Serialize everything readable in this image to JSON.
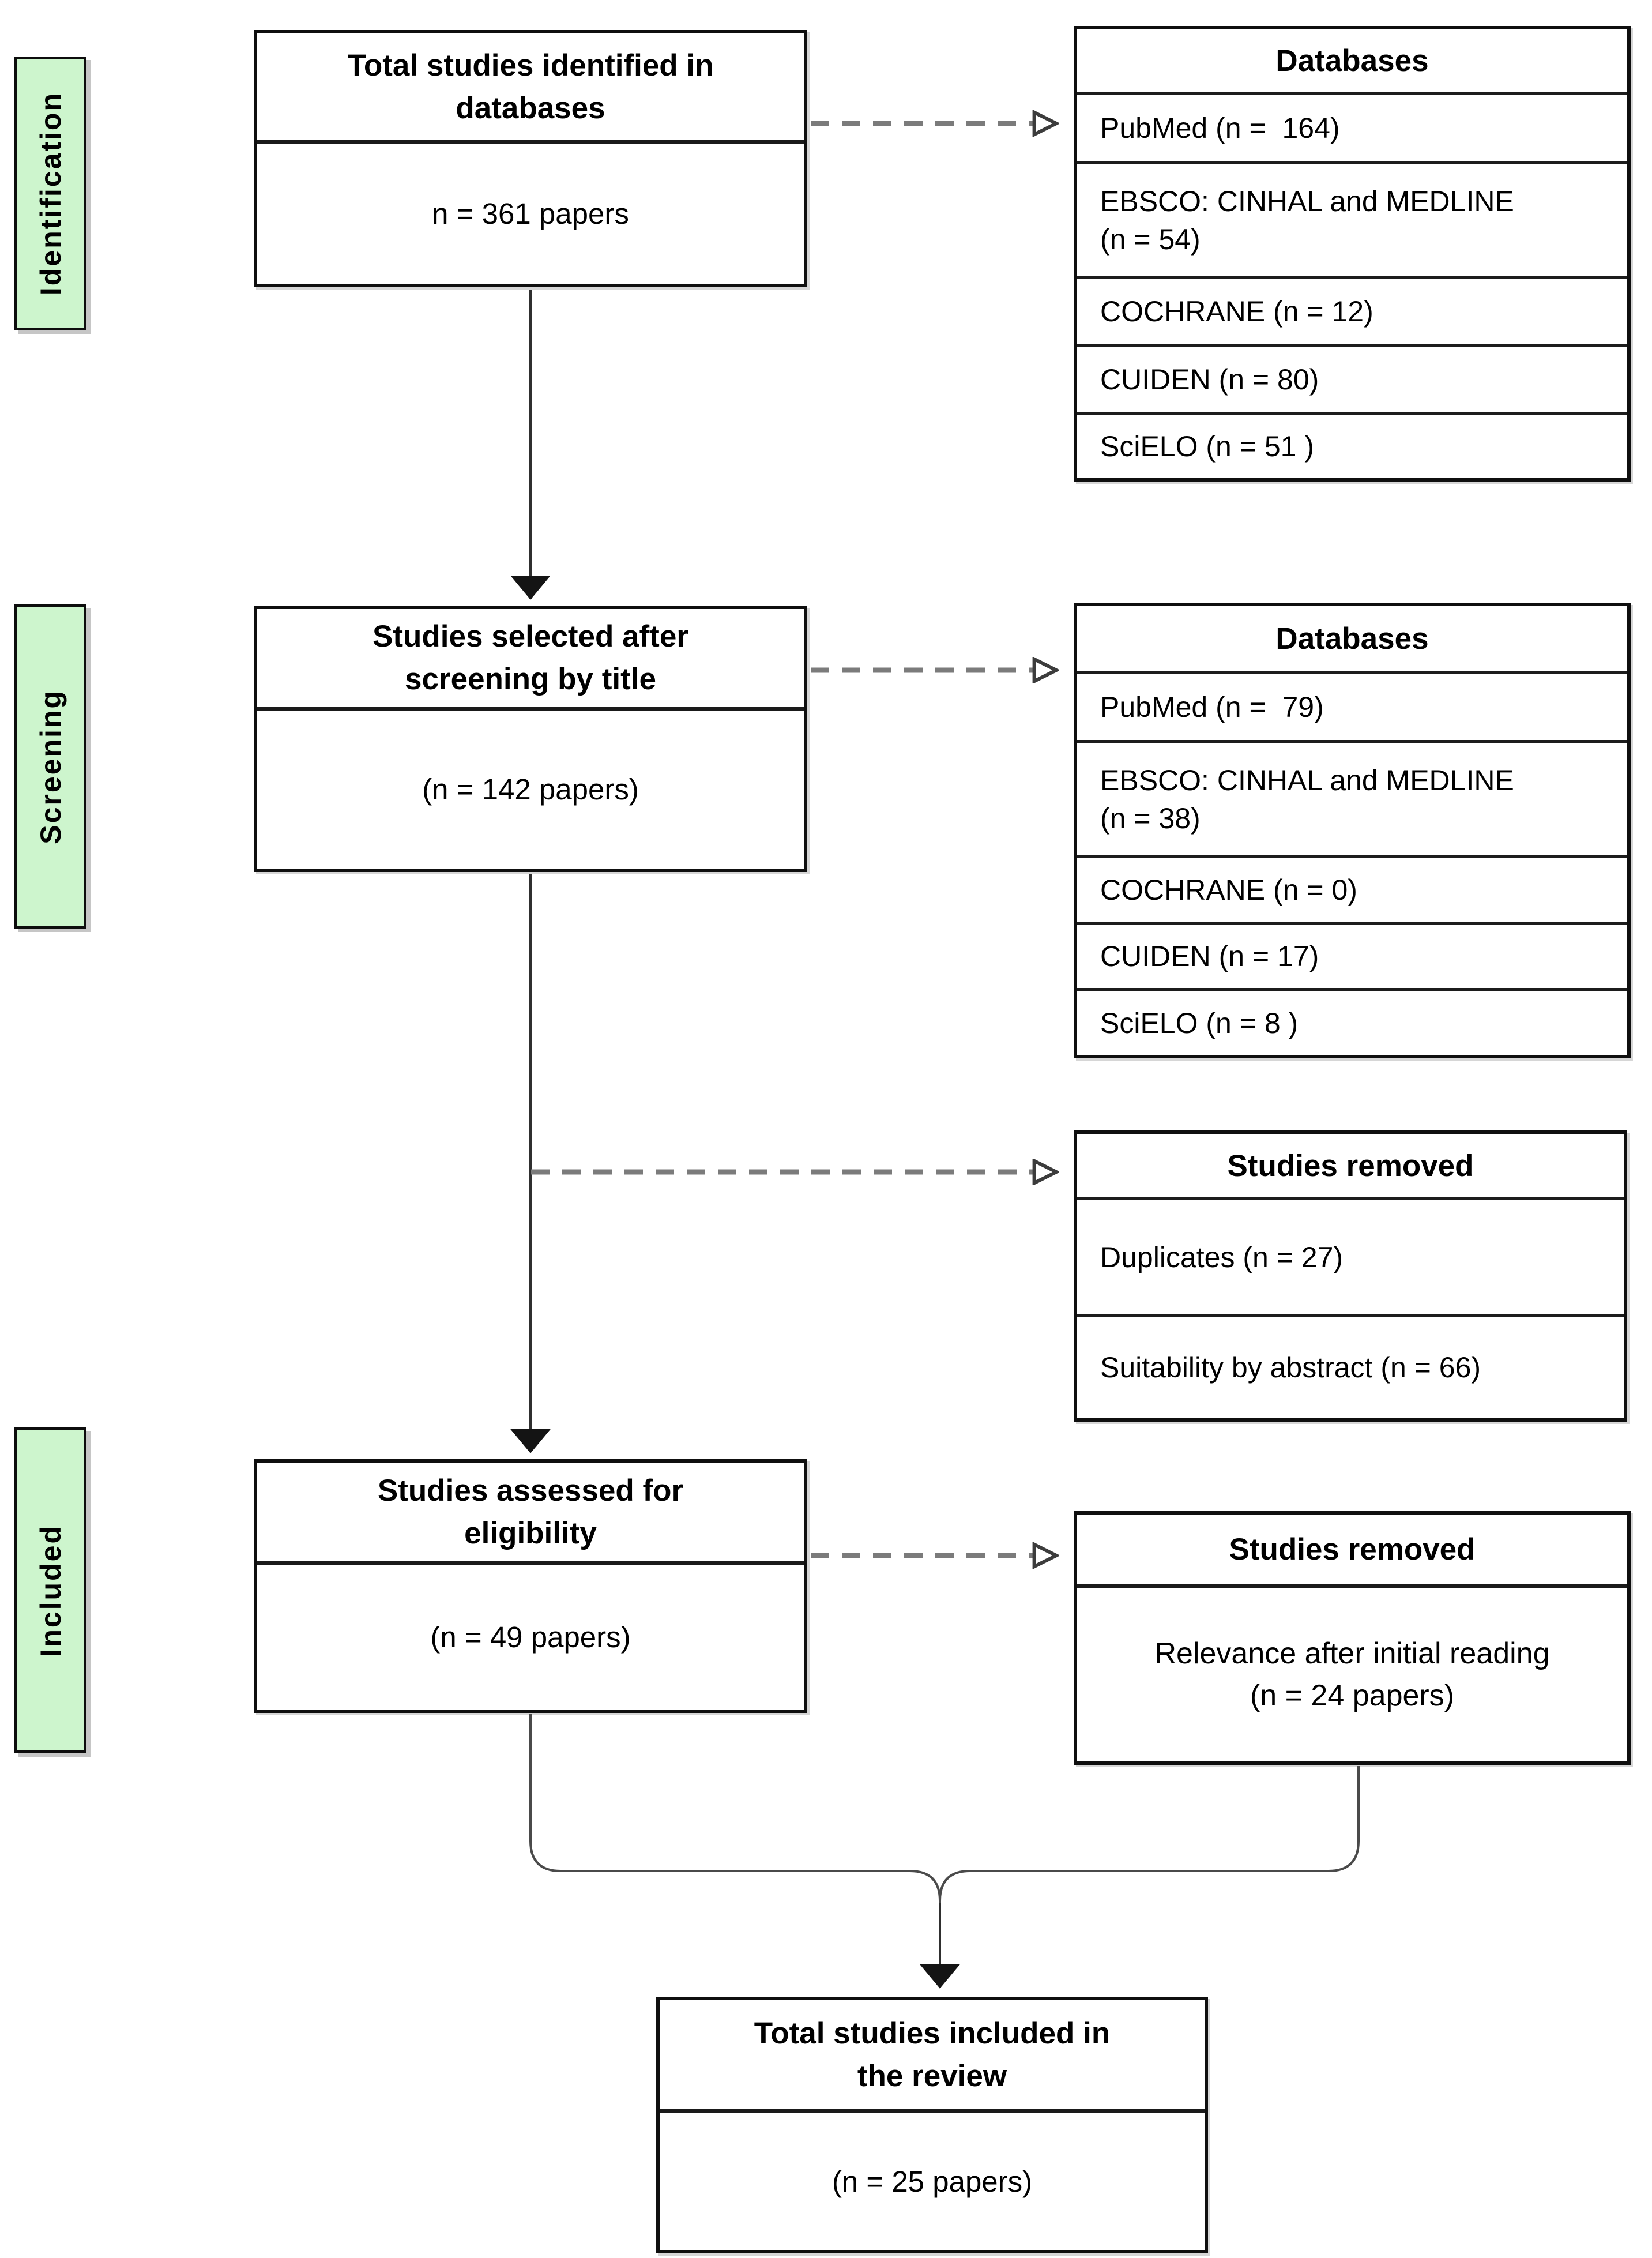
{
  "colors": {
    "stage_bg": "#cdf5cd",
    "box_border": "#0f0f0f",
    "solid_line": "#2f2f2f",
    "dash_line": "#7b7b7b"
  },
  "stages": {
    "identification": "Identification",
    "screening": "Screening",
    "included": "Included"
  },
  "boxes": {
    "identified": {
      "title": "Total studies identified in\ndatabases",
      "value": "n = 361 papers"
    },
    "screened": {
      "title": "Studies selected after\nscreening by title",
      "value": "(n = 142 papers)"
    },
    "assessed": {
      "title": "Studies assessed for\neligibility",
      "value": "(n = 49 papers)"
    },
    "included": {
      "title": "Total studies included in\nthe review",
      "value": "(n = 25 papers)"
    }
  },
  "databases_identification": {
    "title": "Databases",
    "rows": [
      "PubMed (n =  164)",
      "EBSCO: CINHAL and MEDLINE\n(n = 54)",
      "COCHRANE (n = 12)",
      "CUIDEN (n = 80)",
      "SciELO (n = 51 )"
    ]
  },
  "databases_screening": {
    "title": "Databases",
    "rows": [
      "PubMed (n =  79)",
      "EBSCO: CINHAL and MEDLINE\n(n = 38)",
      "COCHRANE (n = 0)",
      "CUIDEN (n = 17)",
      "SciELO (n = 8 )"
    ]
  },
  "removed_screening": {
    "title": "Studies removed",
    "rows": [
      "Duplicates (n = 27)",
      "Suitability by abstract (n = 66)"
    ]
  },
  "removed_eligibility": {
    "title": "Studies removed",
    "value": "Relevance after initial reading\n(n = 24 papers)"
  }
}
